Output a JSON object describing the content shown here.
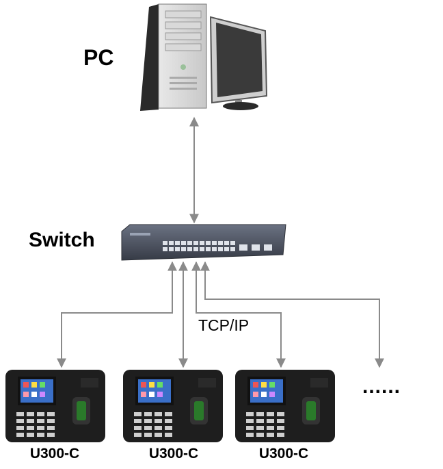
{
  "nodes": {
    "pc": "PC",
    "switch": "Switch",
    "link": "TCP/IP",
    "more": "......",
    "devices": [
      "U300-C",
      "U300-C",
      "U300-C"
    ]
  },
  "colors": {
    "line": "#8a8a8a",
    "switch_body": "#4a5060",
    "device_body": "#1e1e1e",
    "screen": "#3a6fc8",
    "sensor": "#2a7a2a"
  },
  "icons": [
    "pc-tower-icon",
    "monitor-icon",
    "network-switch-icon",
    "fingerprint-terminal-icon"
  ]
}
